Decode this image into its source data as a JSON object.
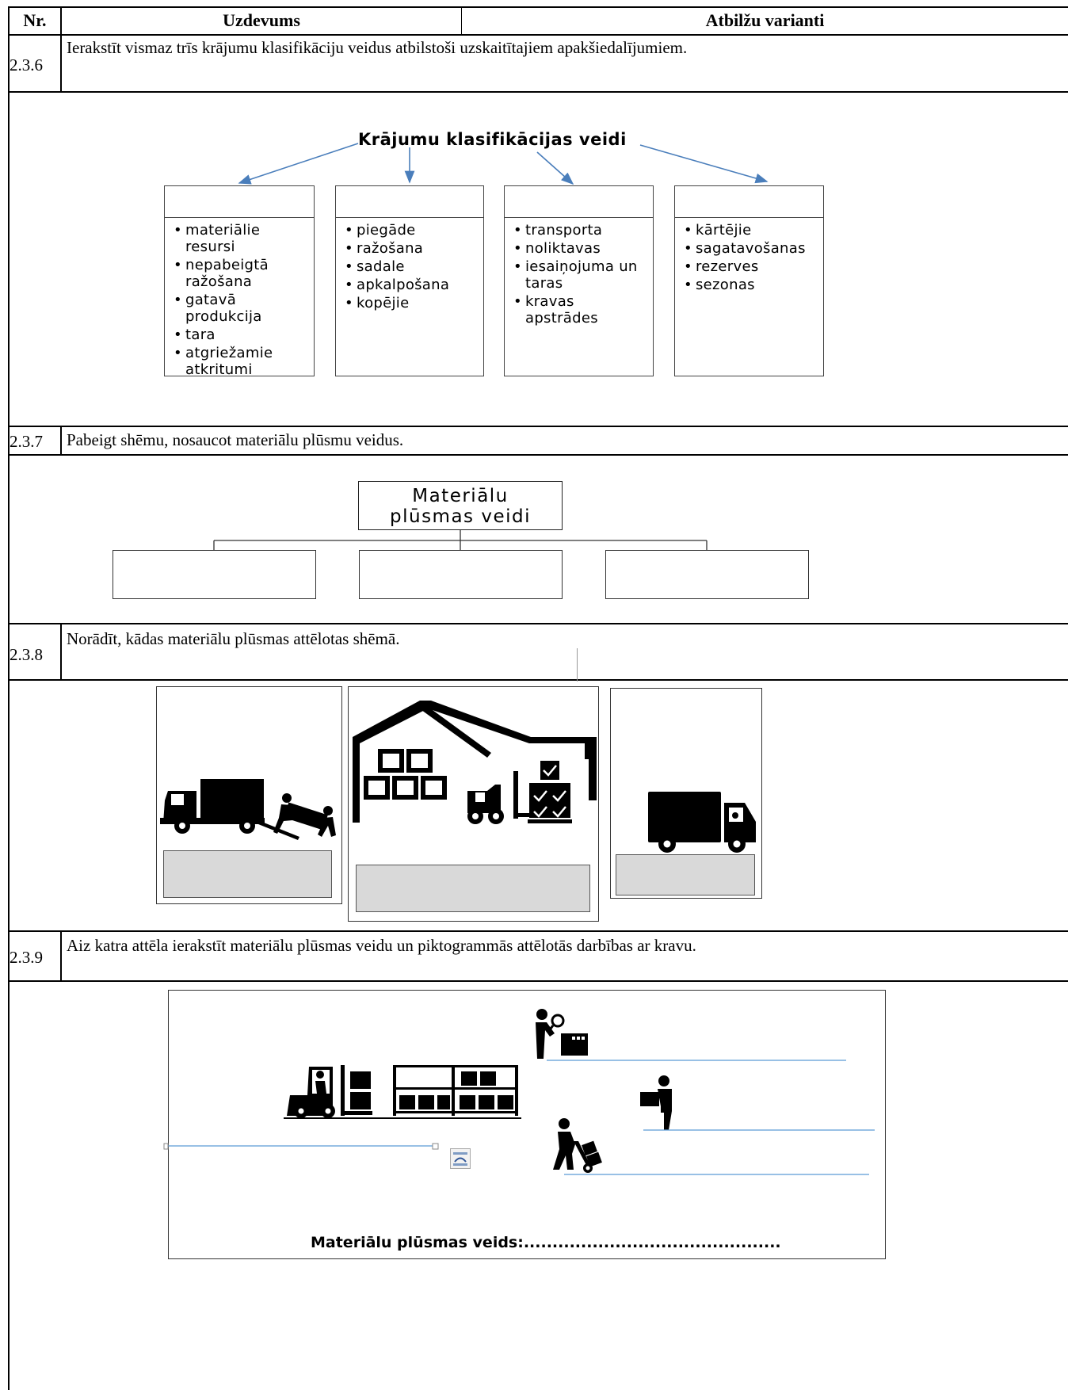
{
  "table": {
    "header": {
      "nr": "Nr.",
      "task": "Uzdevums",
      "answers": "Atbilžu varianti"
    },
    "rows": [
      {
        "nr": "2.3.6",
        "text": "Ierakstīt vismaz trīs krājumu klasifikāciju veidus atbilstoši uzskaitītajiem apakšiedalījumiem."
      },
      {
        "nr": "2.3.7",
        "text": "Pabeigt shēmu, nosaucot materiālu plūsmu veidus."
      },
      {
        "nr": "2.3.8",
        "text": "Norādīt, kādas materiālu plūsmas attēlotas shēmā."
      },
      {
        "nr": "2.3.9",
        "text": "Aiz katra attēla ierakstīt materiālu plūsmas veidu un piktogrammās attēlotās darbības ar kravu."
      }
    ]
  },
  "diagram1": {
    "title": "Krājumu klasifikācijas veidi",
    "columns": [
      {
        "items": [
          "materiālie resursi",
          "nepabeigtā ražošana",
          "gatavā produkcija",
          "tara",
          "atgriežamie atkritumi"
        ]
      },
      {
        "items": [
          "piegāde",
          "ražošana",
          "sadale",
          "apkalpošana",
          "kopējie"
        ]
      },
      {
        "items": [
          "transporta",
          "noliktavas",
          "iesaiņojuma un taras",
          "kravas apstrādes"
        ]
      },
      {
        "items": [
          "kārtējie",
          "sagatavošanas",
          "rezerves",
          "sezonas"
        ]
      }
    ]
  },
  "diagram2": {
    "title_line1": "Materiālu",
    "title_line2": "plūsmas veidi"
  },
  "diagram4": {
    "caption": "Materiālu plūsmas veids:............................................."
  },
  "icons": {
    "truck_unloading": "truck-unloading-icon",
    "warehouse": "warehouse-forklift-icon",
    "delivery_truck": "delivery-truck-icon",
    "forklift_racks": "forklift-racks-icon",
    "inspect": "inspect-worker-icon",
    "carry": "carry-box-icon",
    "handcart": "hand-truck-icon"
  },
  "colors": {
    "arrow": "#4a7ebb",
    "line_blue": "#5b9bd5",
    "grey_field": "#d9d9d9"
  }
}
